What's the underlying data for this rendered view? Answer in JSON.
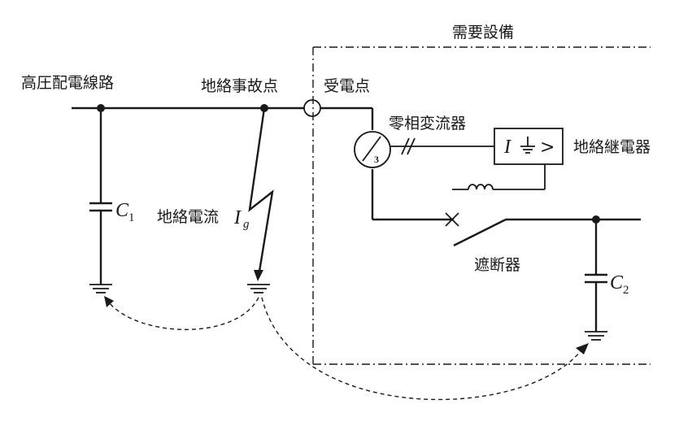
{
  "labels": {
    "line": "高圧配電線路",
    "fault_point": "地絡事故点",
    "receiving_point": "受電点",
    "facility": "需要設備",
    "zct": "零相変流器",
    "relay": "地絡継電器",
    "breaker": "遮断器",
    "fault_current": "地絡電流"
  },
  "symbols": {
    "c1_letter": "C",
    "c1_sub": "1",
    "c2_letter": "C",
    "c2_sub": "2",
    "ig_letter": "I",
    "ig_sub": "g",
    "relay_i": "I",
    "relay_gt": ">",
    "zct_num": "3"
  }
}
